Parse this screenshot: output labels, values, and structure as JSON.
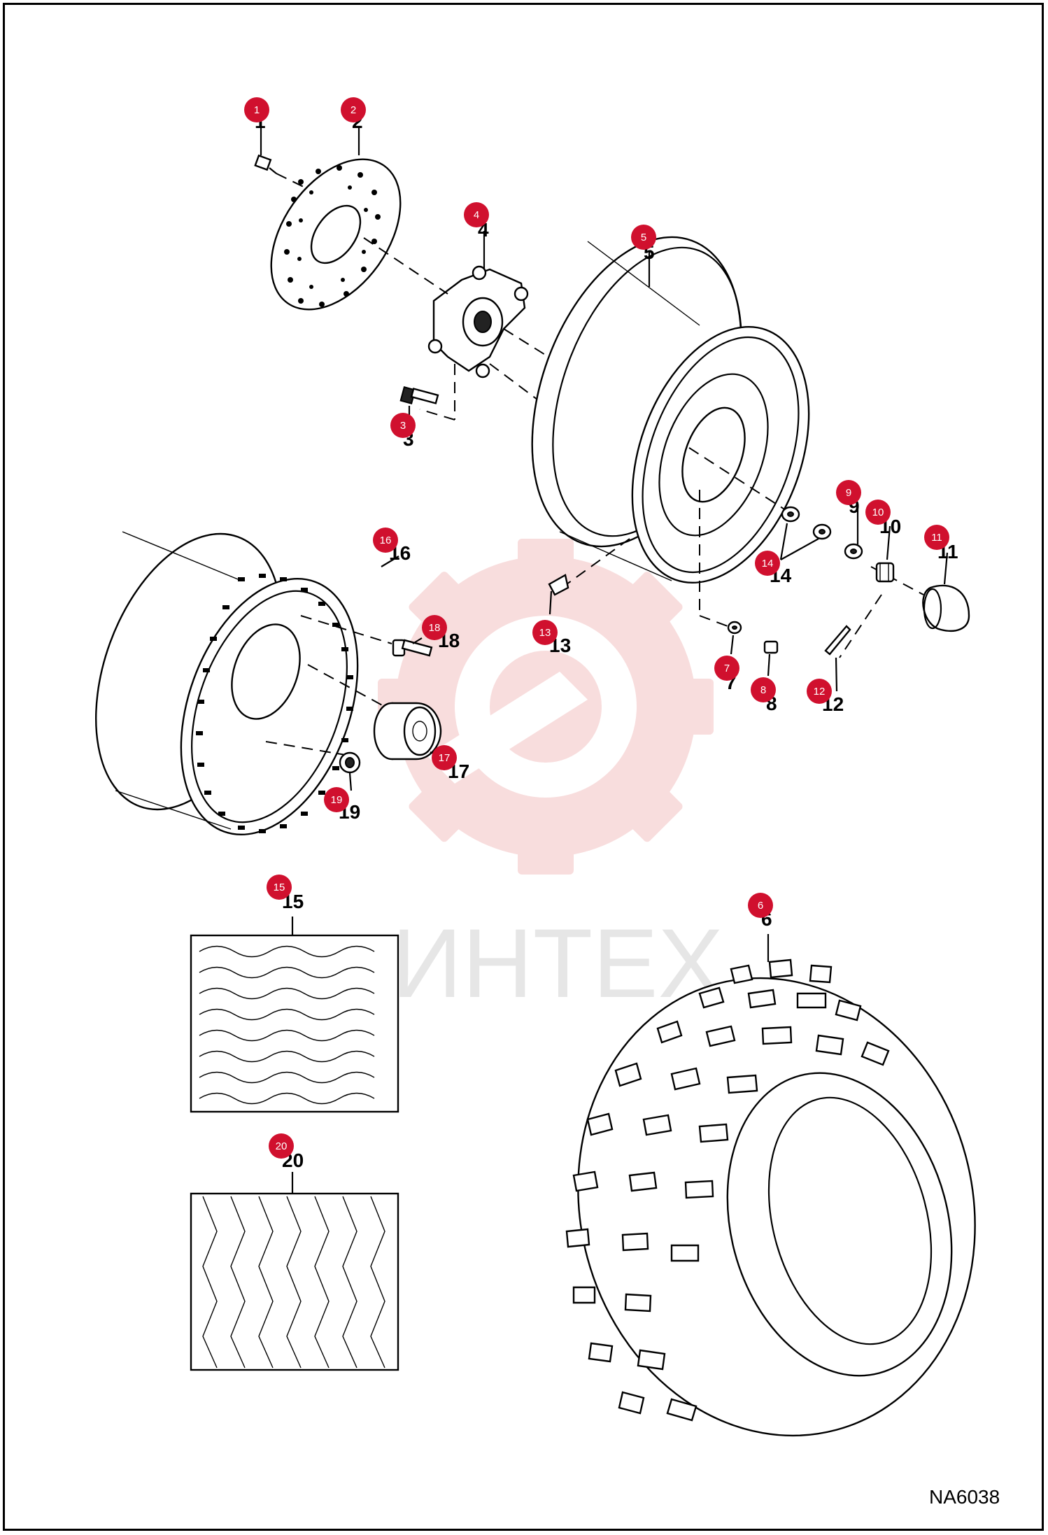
{
  "drawing_code": "NA6038",
  "watermark": {
    "text": "ИНТЕХ",
    "color": "#f4c3c3"
  },
  "badge_color": "#d0102e",
  "callouts": [
    {
      "id": "1",
      "badge": "1",
      "label": "1"
    },
    {
      "id": "2",
      "badge": "2",
      "label": "2"
    },
    {
      "id": "3",
      "badge": "3",
      "label": "3"
    },
    {
      "id": "4",
      "badge": "4",
      "label": "4"
    },
    {
      "id": "5",
      "badge": "5",
      "label": "5"
    },
    {
      "id": "6",
      "badge": "6",
      "label": "6"
    },
    {
      "id": "7",
      "badge": "7",
      "label": "7"
    },
    {
      "id": "8",
      "badge": "8",
      "label": "8"
    },
    {
      "id": "9",
      "badge": "9",
      "label": "9"
    },
    {
      "id": "10",
      "badge": "10",
      "label": "10"
    },
    {
      "id": "11",
      "badge": "11",
      "label": "11"
    },
    {
      "id": "12",
      "badge": "12",
      "label": "12"
    },
    {
      "id": "13",
      "badge": "13",
      "label": "13"
    },
    {
      "id": "14",
      "badge": "14",
      "label": "14"
    },
    {
      "id": "15",
      "badge": "15",
      "label": "15"
    },
    {
      "id": "16",
      "badge": "16",
      "label": "16"
    },
    {
      "id": "17",
      "badge": "17",
      "label": "17"
    },
    {
      "id": "18",
      "badge": "18",
      "label": "18"
    },
    {
      "id": "19",
      "badge": "19",
      "label": "19"
    },
    {
      "id": "20",
      "badge": "20",
      "label": "20"
    }
  ]
}
